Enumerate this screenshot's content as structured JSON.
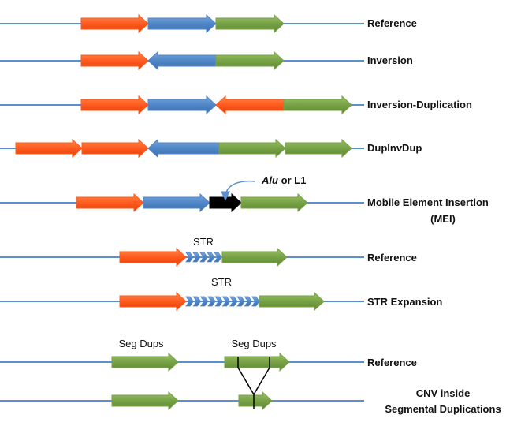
{
  "colors": {
    "line": "#5b8fd0",
    "orange": "#ff5a1f",
    "blue": "#4f86c6",
    "green": "#77a145",
    "black": "#000000"
  },
  "rows": [
    {
      "label": "Reference"
    },
    {
      "label": "Inversion"
    },
    {
      "label": "Inversion-Duplication"
    },
    {
      "label": "DupInvDup"
    },
    {
      "label": "Mobile Element Insertion",
      "label2": "(MEI)",
      "annotation_italic": "Alu",
      "annotation_rest": " or L1"
    },
    {
      "label": "Reference",
      "annotation": "STR"
    },
    {
      "label": "STR Expansion",
      "annotation": "STR"
    },
    {
      "label": "Reference",
      "annotation_left": "Seg Dups",
      "annotation_right": "Seg Dups"
    },
    {
      "label": "CNV inside",
      "label2": "Segmental Duplications"
    }
  ]
}
